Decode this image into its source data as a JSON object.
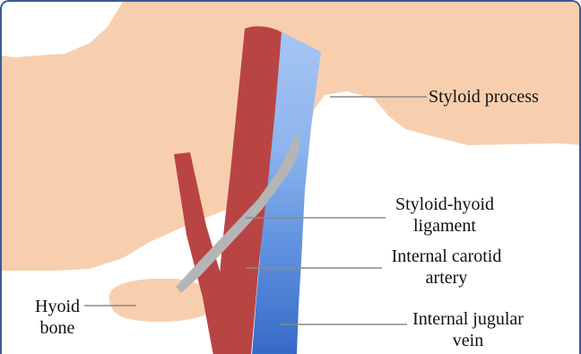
{
  "labels": {
    "styloid_process": "Styloid process",
    "styloid_hyoid_ligament_line1": "Styloid-hyoid",
    "styloid_hyoid_ligament_line2": "ligament",
    "internal_carotid_artery_line1": "Internal carotid",
    "internal_carotid_artery_line2": "artery",
    "hyoid_bone_line1": "Hyoid",
    "hyoid_bone_line2": "bone",
    "internal_jugular_vein_line1": "Internal jugular",
    "internal_jugular_vein_line2": "vein"
  },
  "colors": {
    "bone": "#f8cfae",
    "artery": "#b94444",
    "vein_light": "#9fc1f2",
    "vein_dark": "#3c75cf",
    "ligament": "#b5b5b5",
    "leader_line": "#8a8a8a",
    "frame": "#3b5a94"
  }
}
